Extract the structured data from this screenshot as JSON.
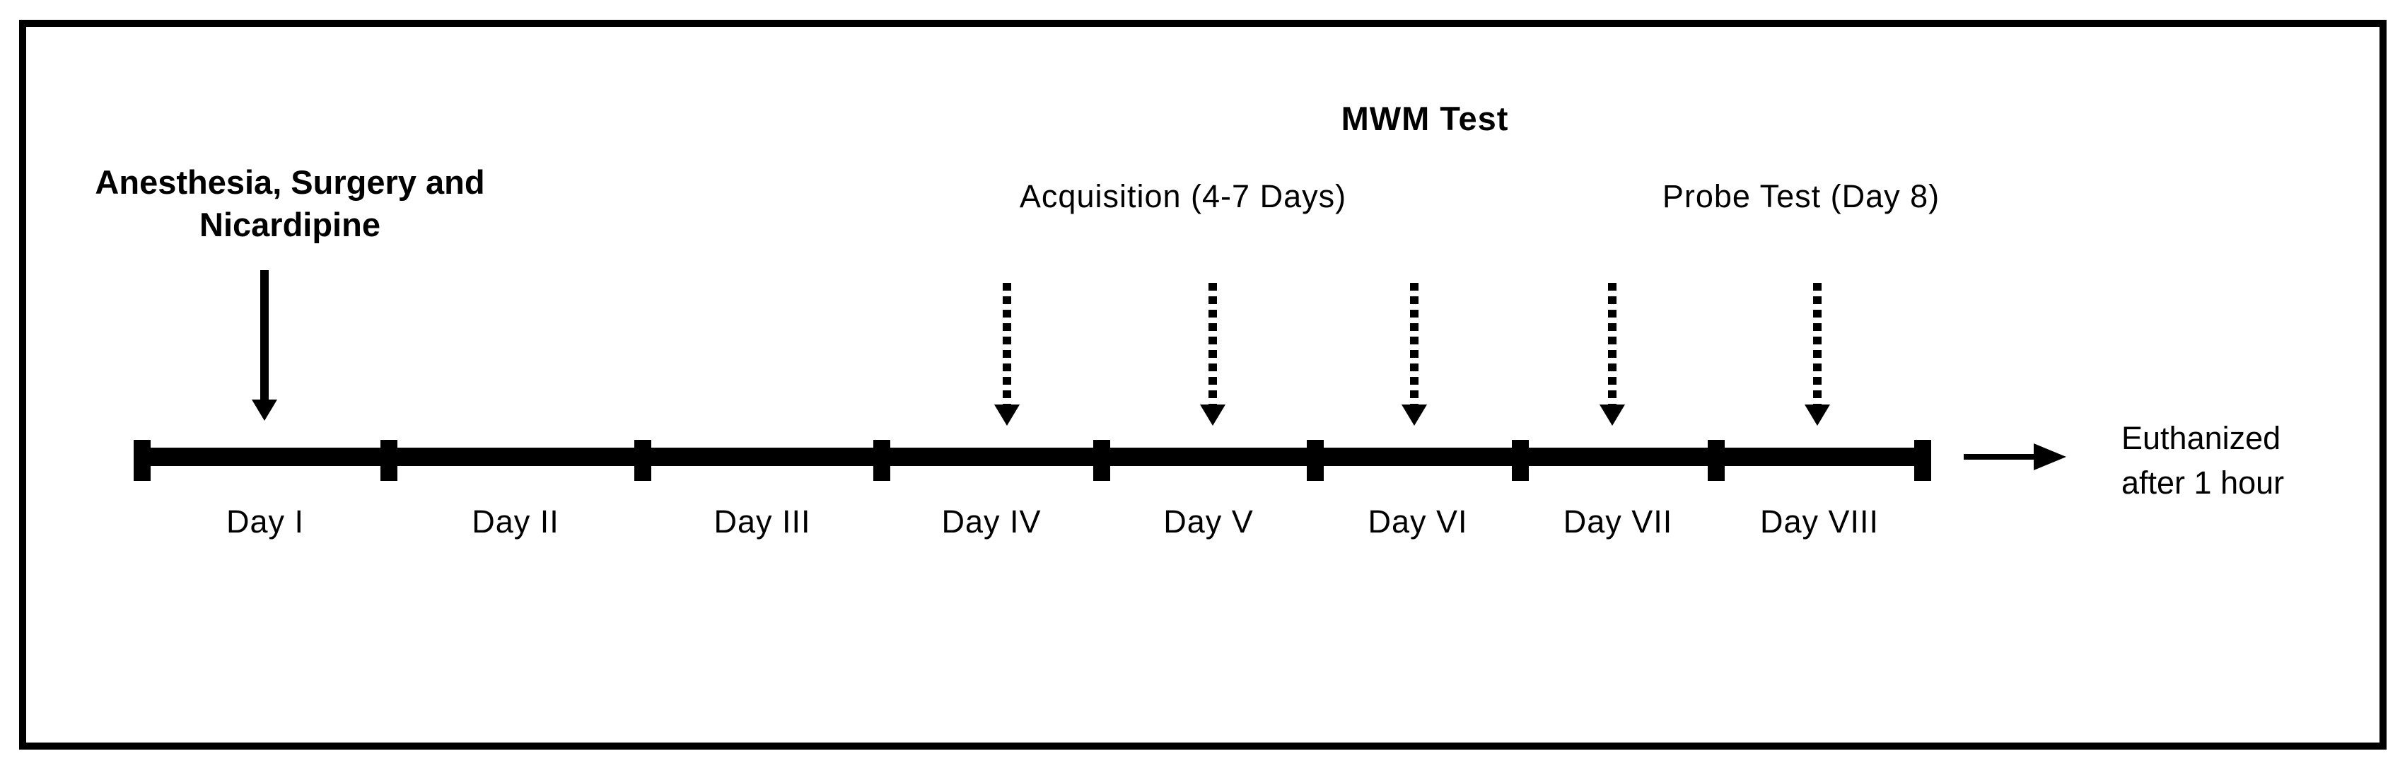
{
  "diagram": {
    "title": "MWM Test",
    "anesthesia_label": "Anesthesia, Surgery and Nicardipine",
    "acquisition_label": "Acquisition (4-7 Days)",
    "probe_label": "Probe Test (Day 8)",
    "euthanized_line1": "Euthanized",
    "euthanized_line2": "after 1 hour",
    "days": [
      "Day I",
      "Day II",
      "Day III",
      "Day IV",
      "Day V",
      "Day VI",
      "Day VII",
      "Day VIII"
    ],
    "markers": {
      "solid_arrow_meaning": "Anesthesia, Surgery and Nicardipine on Day I",
      "dotted_arrow_meaning": "MWM Test sessions on Days IV-VIII",
      "right_arrow_meaning": "Euthanized after 1 hour"
    },
    "colors": {
      "ink": "#000000",
      "background": "#ffffff"
    }
  }
}
